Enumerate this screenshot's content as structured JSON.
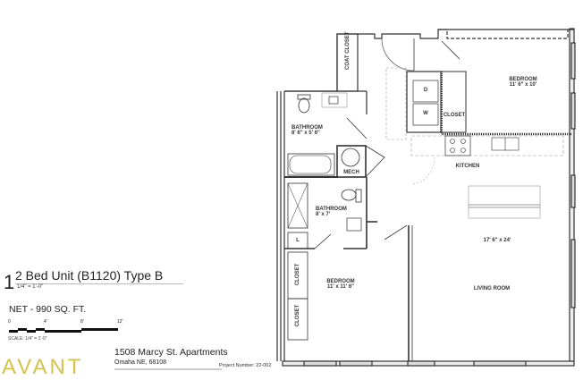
{
  "drawing": {
    "number": "1",
    "title": "2 Bed Unit (B1120) Type B",
    "scale_note": "1/4\" = 1'-0\"",
    "net_area": "NET - 990 SQ. FT.",
    "scale_bar": {
      "ticks": [
        "0",
        "4'",
        "8'",
        "12'"
      ],
      "label": "SCALE: 1/4\" = 1'-0\""
    }
  },
  "title_block": {
    "logo": "AVANT",
    "project_name": "1508 Marcy St. Apartments",
    "city": "Omaha NE, 68108",
    "project_number": "Project Number:  22-002"
  },
  "rooms": [
    {
      "id": "coat-closet",
      "name": "COAT CLOSET",
      "dims": ""
    },
    {
      "id": "bedroom-1",
      "name": "BEDROOM",
      "dims": "11' 6\" x 10'"
    },
    {
      "id": "washer-dryer-d",
      "name": "D",
      "dims": ""
    },
    {
      "id": "washer-dryer-w",
      "name": "W",
      "dims": ""
    },
    {
      "id": "closet-1",
      "name": "CLOSET",
      "dims": ""
    },
    {
      "id": "bathroom-1",
      "name": "BATHROOM",
      "dims": "8' 6\" x 5' 6\""
    },
    {
      "id": "mech",
      "name": "MECH",
      "dims": ""
    },
    {
      "id": "kitchen",
      "name": "KITCHEN",
      "dims": ""
    },
    {
      "id": "bathroom-2",
      "name": "BATHROOM",
      "dims": "8' x 7'"
    },
    {
      "id": "linen",
      "name": "L",
      "dims": ""
    },
    {
      "id": "living-room",
      "name": "LIVING ROOM",
      "dims": "17' 6\" x 24'"
    },
    {
      "id": "bedroom-2",
      "name": "BEDROOM",
      "dims": "11' x 11' 6\""
    },
    {
      "id": "closet-2",
      "name": "CLOSET",
      "dims": ""
    },
    {
      "id": "closet-3",
      "name": "CLOSET",
      "dims": ""
    }
  ]
}
